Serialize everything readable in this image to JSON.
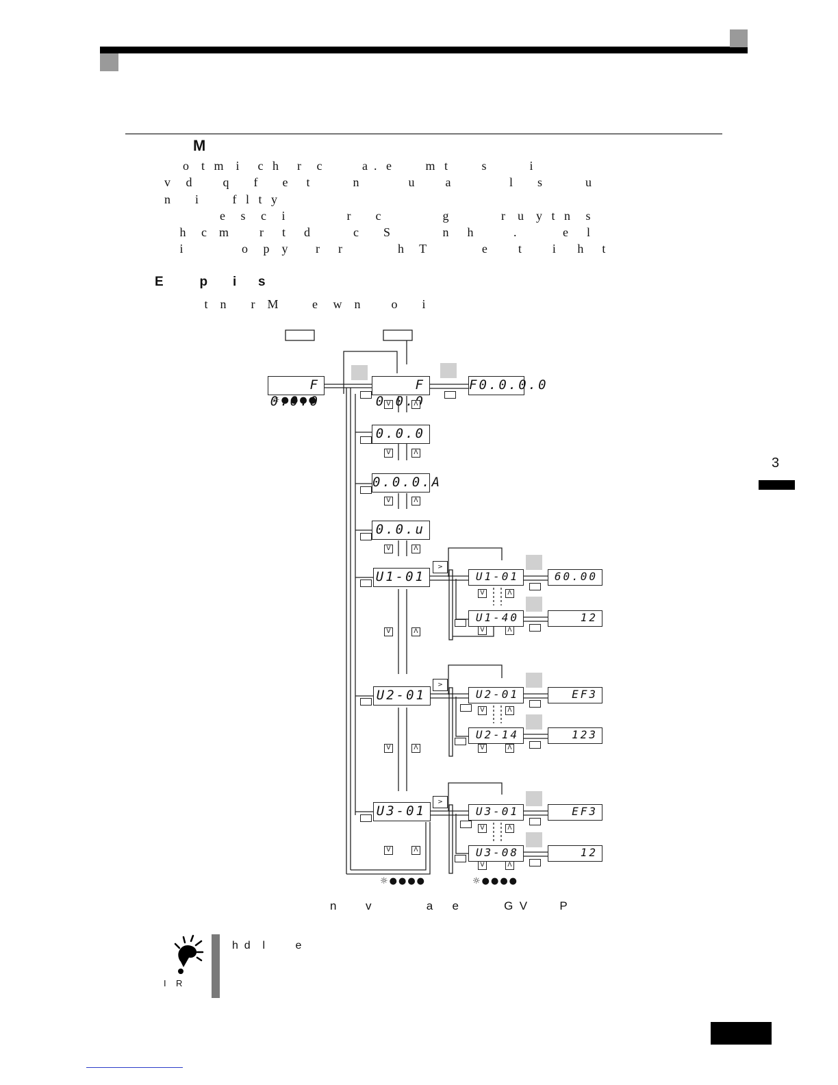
{
  "chapter_tab": "3",
  "section_heading": "M",
  "body_lines": [
    "      o    t   m    i      c   h      r     c             a  .   e           m   t           s              i",
    "v     d          q        f        e      t              n                u          a                   l        s              u",
    "n        i           f   l   t   y",
    "                  e     s     c     i                    r        c                    g                 r    u    y   t   n     s",
    "     h     c    m          r      t      d              c        S                 n      h             .               e      l",
    "     i                   o     p    y         r      r                  h     T                  e          t          i       h      t"
  ],
  "subheading": "E          p       i      s",
  "sub_line": "             t    n        r    M           e     w    n          o        i",
  "caption": "n         v                 a      e              G  V          P",
  "note_icon_label": "I    R",
  "note_text": "h  d    l          e",
  "displays": {
    "left": "F  0.0.0",
    "freq": "F  0.0.0",
    "freq_set": "F0.0.0.0",
    "out_freq": "0.0.0",
    "out_current": "0.0.0.A",
    "out_voltage": "0.0.u",
    "u1": "U1-01",
    "u1_a": "U1-01",
    "u1_a_val": "60.00",
    "u1_b": "U1-40",
    "u1_b_val": "12",
    "u2": "U2-01",
    "u2_a": "U2-01",
    "u2_a_val": "EF3",
    "u2_b": "U2-14",
    "u2_b_val": "123",
    "u3": "U3-01",
    "u3_a": "U3-01",
    "u3_a_val": "EF3",
    "u3_b": "U3-08",
    "u3_b_val": "12"
  },
  "keys": {
    "down": "V",
    "up": "Λ",
    "shift": ">"
  },
  "led_indicator": "☼●●●●"
}
